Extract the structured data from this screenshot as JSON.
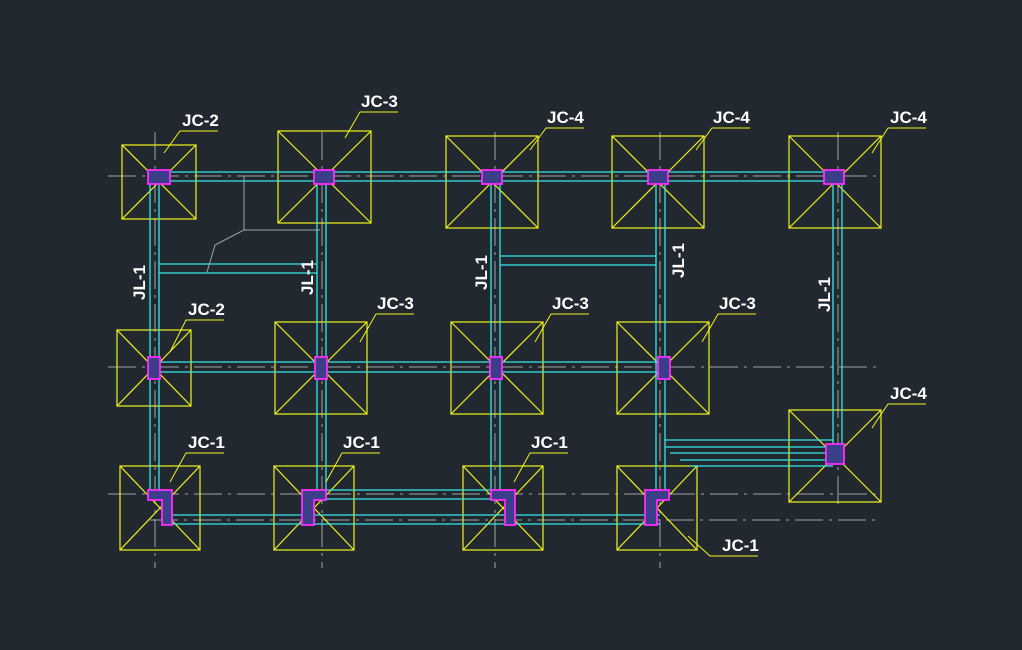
{
  "colors": {
    "background": "#212830",
    "footing": "#f2f21a",
    "beam": "#35e8ea",
    "column": "#ff2bff",
    "axis": "#9ea3a8",
    "leader": "#9ea3a8",
    "label": "#ffffff"
  },
  "footings": [
    {
      "id": "f1",
      "label": "JC-2"
    },
    {
      "id": "f2",
      "label": "JC-3"
    },
    {
      "id": "f3",
      "label": "JC-4"
    },
    {
      "id": "f4",
      "label": "JC-4"
    },
    {
      "id": "f5",
      "label": "JC-4"
    },
    {
      "id": "f6",
      "label": "JC-2"
    },
    {
      "id": "f7",
      "label": "JC-3"
    },
    {
      "id": "f8",
      "label": "JC-3"
    },
    {
      "id": "f9",
      "label": "JC-3"
    },
    {
      "id": "f10",
      "label": "JC-4"
    },
    {
      "id": "f11",
      "label": "JC-1"
    },
    {
      "id": "f12",
      "label": "JC-1"
    },
    {
      "id": "f13",
      "label": "JC-1"
    },
    {
      "id": "f14",
      "label": "JC-1"
    }
  ],
  "beam_labels": [
    {
      "id": "b1",
      "label": "JL-1"
    },
    {
      "id": "b2",
      "label": "JL-1"
    },
    {
      "id": "b3",
      "label": "JL-1"
    },
    {
      "id": "b4",
      "label": "JL-1"
    },
    {
      "id": "b5",
      "label": "JL-1"
    }
  ]
}
